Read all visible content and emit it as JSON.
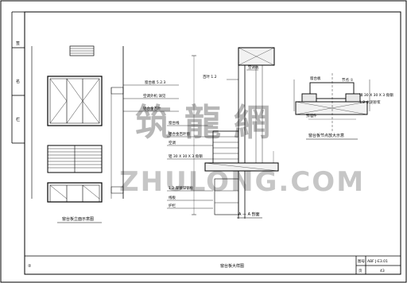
{
  "drawing": {
    "left_strip_labels": [
      "签",
      "名",
      "栏"
    ],
    "title_block": {
      "title": "窗台板大样图",
      "corner_mark": "②",
      "code_label": "图号",
      "code_value": "ABF J-E3.01",
      "sheet_label": "页",
      "sheet_value": "43"
    },
    "views": {
      "elevation_caption": "窗台板立面示意图",
      "section_caption": "A — A 剖面",
      "detail_caption": "窗台板节点放大示意",
      "detail_ref": "节点 ①"
    },
    "leaders": {
      "l1": "窗台板 5.2.3",
      "l2": "空调外机 详见",
      "l3": "铝合金百叶",
      "l4": "百叶 1.2",
      "l5": "空调板",
      "l6": "窗台线",
      "l7": "铝合金百叶窗",
      "l8": "空调",
      "l9": "铝 30 X 30 X 3 角钢",
      "l10": "1.2 厚镀锌钢板",
      "l11": "线板",
      "l12": "护栏",
      "l13": "窗台板",
      "l14": "预埋件",
      "l15": "详 30 X 30 X 3 角钢",
      "l16": "1:2 水泥砂浆"
    },
    "watermark": {
      "cn": "筑 龍 網",
      "en": "ZHULONG.COM"
    }
  }
}
